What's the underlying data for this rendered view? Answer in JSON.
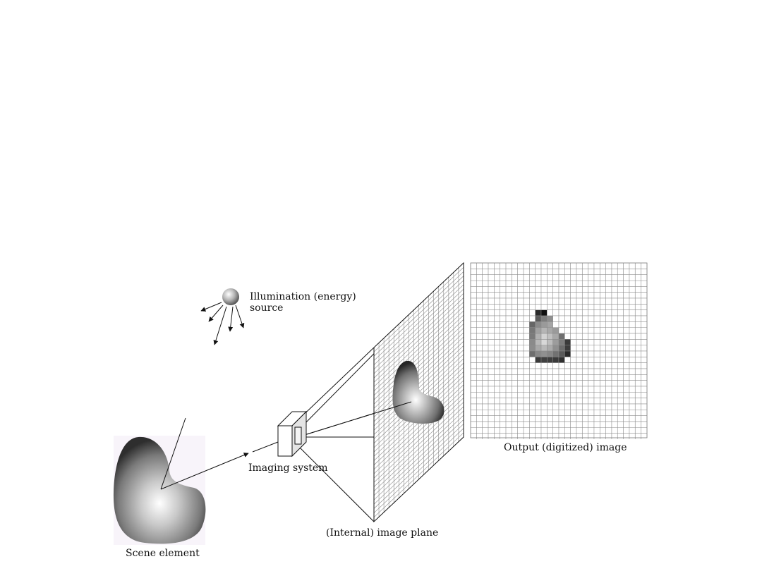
{
  "labels": {
    "illumination_line1": "Illumination (energy)",
    "illumination_line2": "source",
    "imaging_system": "Imaging system",
    "output_image": "Output (digitized) image",
    "image_plane": "(Internal) image plane",
    "scene_element": "Scene element"
  },
  "digitized_image": {
    "pixels": [
      {
        "c": 11,
        "r": 8,
        "g": "#2a2a2a"
      },
      {
        "c": 12,
        "r": 8,
        "g": "#111111"
      },
      {
        "c": 11,
        "r": 9,
        "g": "#5a5a5a"
      },
      {
        "c": 12,
        "r": 9,
        "g": "#7d7d7d"
      },
      {
        "c": 13,
        "r": 9,
        "g": "#8e8e8e"
      },
      {
        "c": 10,
        "r": 10,
        "g": "#666666"
      },
      {
        "c": 11,
        "r": 10,
        "g": "#8a8a8a"
      },
      {
        "c": 12,
        "r": 10,
        "g": "#9a9a9a"
      },
      {
        "c": 13,
        "r": 10,
        "g": "#a5a5a5"
      },
      {
        "c": 10,
        "r": 11,
        "g": "#777777"
      },
      {
        "c": 11,
        "r": 11,
        "g": "#a0a0a0"
      },
      {
        "c": 12,
        "r": 11,
        "g": "#b5b5b5"
      },
      {
        "c": 13,
        "r": 11,
        "g": "#a8a8a8"
      },
      {
        "c": 14,
        "r": 11,
        "g": "#9a9a9a"
      },
      {
        "c": 10,
        "r": 12,
        "g": "#7a7a7a"
      },
      {
        "c": 11,
        "r": 12,
        "g": "#b0b0b0"
      },
      {
        "c": 12,
        "r": 12,
        "g": "#d2d2d2"
      },
      {
        "c": 13,
        "r": 12,
        "g": "#c0c0c0"
      },
      {
        "c": 14,
        "r": 12,
        "g": "#a8a8a8"
      },
      {
        "c": 15,
        "r": 12,
        "g": "#707070"
      },
      {
        "c": 10,
        "r": 13,
        "g": "#8a8a8a"
      },
      {
        "c": 11,
        "r": 13,
        "g": "#b8b8b8"
      },
      {
        "c": 12,
        "r": 13,
        "g": "#d8d8d8"
      },
      {
        "c": 13,
        "r": 13,
        "g": "#bdbdbd"
      },
      {
        "c": 14,
        "r": 13,
        "g": "#9c9c9c"
      },
      {
        "c": 15,
        "r": 13,
        "g": "#7c7c7c"
      },
      {
        "c": 16,
        "r": 13,
        "g": "#3a3a3a"
      },
      {
        "c": 10,
        "r": 14,
        "g": "#8c8c8c"
      },
      {
        "c": 11,
        "r": 14,
        "g": "#a8a8a8"
      },
      {
        "c": 12,
        "r": 14,
        "g": "#b8b8b8"
      },
      {
        "c": 13,
        "r": 14,
        "g": "#aaaaaa"
      },
      {
        "c": 14,
        "r": 14,
        "g": "#8f8f8f"
      },
      {
        "c": 15,
        "r": 14,
        "g": "#6c6c6c"
      },
      {
        "c": 16,
        "r": 14,
        "g": "#3c3c3c"
      },
      {
        "c": 10,
        "r": 15,
        "g": "#6e6e6e"
      },
      {
        "c": 11,
        "r": 15,
        "g": "#888888"
      },
      {
        "c": 12,
        "r": 15,
        "g": "#909090"
      },
      {
        "c": 13,
        "r": 15,
        "g": "#868686"
      },
      {
        "c": 14,
        "r": 15,
        "g": "#727272"
      },
      {
        "c": 15,
        "r": 15,
        "g": "#5a5a5a"
      },
      {
        "c": 16,
        "r": 15,
        "g": "#2a2a2a"
      },
      {
        "c": 11,
        "r": 16,
        "g": "#3a3a3a"
      },
      {
        "c": 12,
        "r": 16,
        "g": "#404040"
      },
      {
        "c": 13,
        "r": 16,
        "g": "#3e3e3e"
      },
      {
        "c": 14,
        "r": 16,
        "g": "#3a3a3a"
      },
      {
        "c": 15,
        "r": 16,
        "g": "#303030"
      }
    ]
  }
}
